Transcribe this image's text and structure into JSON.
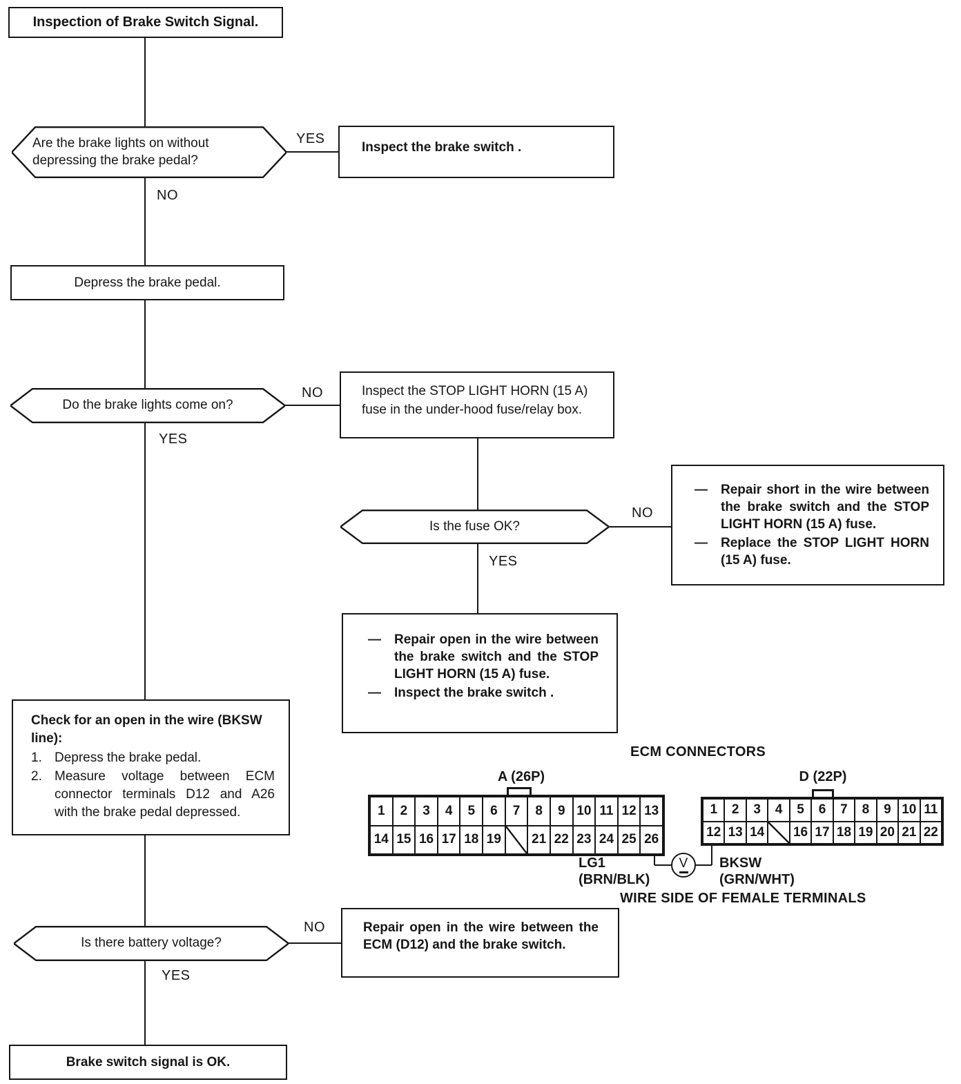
{
  "title": "Inspection of Brake Switch Signal.",
  "branch_labels": {
    "yes": "YES",
    "no": "NO"
  },
  "flow": {
    "q1": "Are the brake lights on without depressing the brake pedal?",
    "inspect_switch": "Inspect the brake switch .",
    "depress_pedal": "Depress the brake pedal.",
    "q2": "Do the brake lights come on?",
    "inspect_fuse": "Inspect the STOP LIGHT HORN (15 A) fuse in the under-hood fuse/relay box.",
    "q3": "Is the fuse OK?",
    "dash": "—",
    "repair_short_items": [
      "Repair short in the wire between the brake switch and the STOP LIGHT HORN (15 A) fuse.",
      "Replace the STOP LIGHT HORN (15 A) fuse."
    ],
    "repair_open_items": [
      "Repair open in the wire between the brake switch and the STOP LIGHT HORN (15 A) fuse.",
      "Inspect the brake switch ."
    ],
    "check_wire": {
      "heading": "Check for an open in the wire (BKSW line):",
      "steps": [
        {
          "num": "1.",
          "text": "Depress the brake pedal."
        },
        {
          "num": "2.",
          "text": "Measure voltage between ECM connector terminals D12 and A26 with the brake pedal depressed."
        }
      ]
    },
    "q4": "Is there battery voltage?",
    "repair_ecm": "Repair open in the wire between the ECM (D12) and the brake switch.",
    "ok": "Brake switch signal is OK."
  },
  "ecm": {
    "heading": "ECM CONNECTORS",
    "connector_a": {
      "label": "A (26P)",
      "row1": [
        "1",
        "2",
        "3",
        "4",
        "5",
        "6",
        "7",
        "8",
        "9",
        "10",
        "11",
        "12",
        "13"
      ],
      "row2": [
        "14",
        "15",
        "16",
        "17",
        "18",
        "19",
        "/",
        "21",
        "22",
        "23",
        "24",
        "25",
        "26"
      ]
    },
    "connector_d": {
      "label": "D (22P)",
      "row1": [
        "1",
        "2",
        "3",
        "4",
        "5",
        "6",
        "7",
        "8",
        "9",
        "10",
        "11"
      ],
      "row2": [
        "12",
        "13",
        "14",
        "/",
        "16",
        "17",
        "18",
        "19",
        "20",
        "21",
        "22"
      ]
    },
    "wire_lg1": {
      "name": "LG1",
      "color": "(BRN/BLK)"
    },
    "wire_bksw": {
      "name": "BKSW",
      "color": "(GRN/WHT)"
    },
    "voltmeter": "V",
    "footer": "WIRE SIDE OF FEMALE TERMINALS"
  },
  "colors": {
    "ink": "#161616",
    "paper": "#ffffff"
  }
}
